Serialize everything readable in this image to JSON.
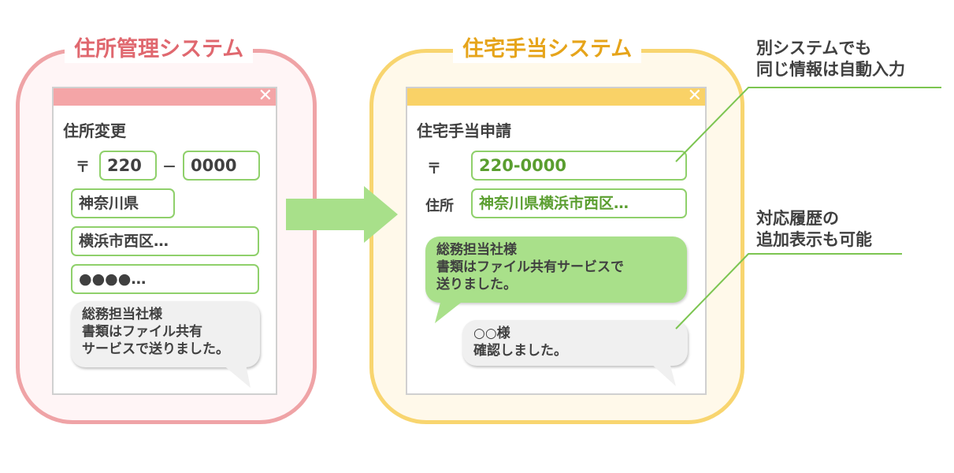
{
  "left_system": {
    "title": "住所管理システム",
    "form": {
      "title": "住所変更",
      "close_label": "✕",
      "postal_mark": "〒",
      "postal_1": "220",
      "postal_sep": "－",
      "postal_2": "0000",
      "prefecture": "神奈川県",
      "city": "横浜市西区…",
      "street": "●●●●…",
      "message": {
        "line1": "総務担当社様",
        "line2": "書類はファイル共有",
        "line3": "サービスで送りました。"
      }
    }
  },
  "right_system": {
    "title": "住宅手当システム",
    "form": {
      "title": "住宅手当申請",
      "close_label": "✕",
      "postal_mark": "〒",
      "postal": "220-0000",
      "address_label": "住所",
      "address": "神奈川県横浜市西区…",
      "message": {
        "line1": "総務担当社様",
        "line2": "書類はファイル共有サービスで",
        "line3": "送りました。"
      },
      "reply": {
        "line1": "○○様",
        "line2": "確認しました。"
      }
    }
  },
  "notes": {
    "auto_input": {
      "line1": "別システムでも",
      "line2": "同じ情報は自動入力"
    },
    "history": {
      "line1": "対応履歴の",
      "line2": "追加表示も可能"
    }
  },
  "colors": {
    "left_accent": "#efa3a6",
    "right_accent": "#f8d56f",
    "field_border": "#8fd06b",
    "arrow": "#a8e08a",
    "auto_text": "#5a9e2f"
  }
}
